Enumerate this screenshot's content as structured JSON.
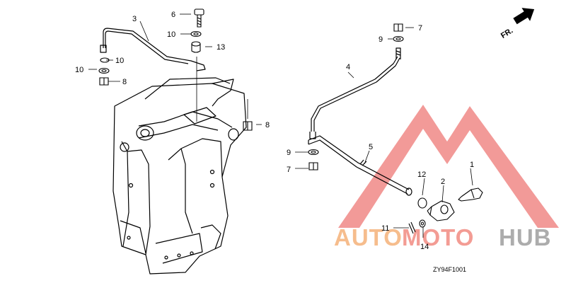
{
  "diagram": {
    "code": "ZY94F1001",
    "direction_label": "FR.",
    "callouts": {
      "c1": "1",
      "c2": "2",
      "c3": "3",
      "c4": "4",
      "c5": "5",
      "c6": "6",
      "c7a": "7",
      "c7b": "7",
      "c8a": "8",
      "c8b": "8",
      "c9a": "9",
      "c9b": "9",
      "c10a": "10",
      "c10b": "10",
      "c10c": "10",
      "c11": "11",
      "c12": "12",
      "c13": "13",
      "c14": "14"
    }
  },
  "watermark": {
    "word_part1": "AUTO",
    "word_part2": "MOTO",
    "word_part3": "HUB",
    "colors": {
      "logo_red": "#e53935",
      "auto_orange": "#f5b27a",
      "moto_pink": "#f28b82",
      "hub_gray": "#9e9e9e"
    }
  }
}
